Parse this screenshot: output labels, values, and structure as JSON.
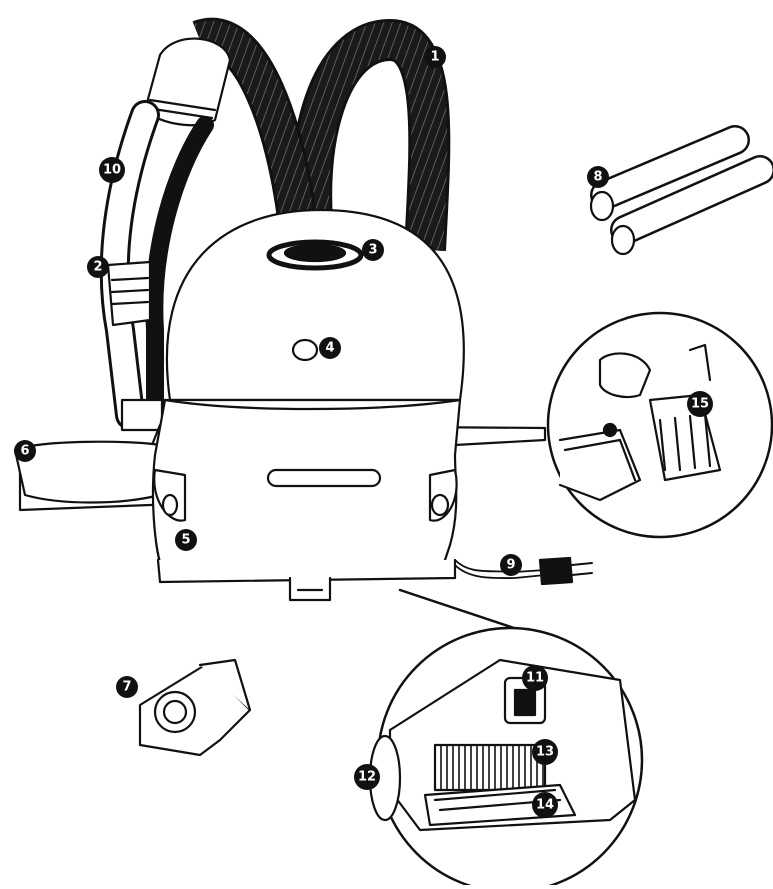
{
  "diagram": {
    "subject": "vacuum cleaner parts diagram",
    "callouts": [
      {
        "id": "1",
        "label": "1"
      },
      {
        "id": "2",
        "label": "2"
      },
      {
        "id": "3",
        "label": "3"
      },
      {
        "id": "4",
        "label": "4"
      },
      {
        "id": "5",
        "label": "5"
      },
      {
        "id": "6",
        "label": "6"
      },
      {
        "id": "7",
        "label": "7"
      },
      {
        "id": "8",
        "label": "8"
      },
      {
        "id": "9",
        "label": "9"
      },
      {
        "id": "10",
        "label": "10"
      },
      {
        "id": "11",
        "label": "11"
      },
      {
        "id": "12",
        "label": "12"
      },
      {
        "id": "13",
        "label": "13"
      },
      {
        "id": "14",
        "label": "14"
      },
      {
        "id": "15",
        "label": "15"
      }
    ],
    "colors": {
      "line": "#111111",
      "fill": "#ffffff",
      "callout": "#111111"
    }
  }
}
